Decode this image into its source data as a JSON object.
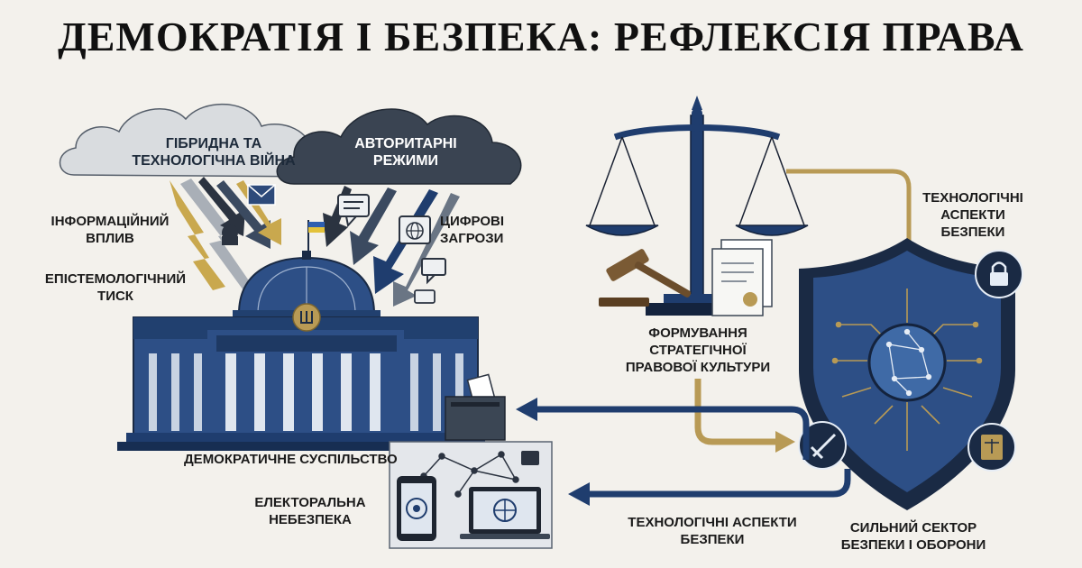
{
  "title": "ДЕМОКРАТІЯ І БЕЗПЕКА: РЕФЛЕКСІЯ ПРАВА",
  "clouds": {
    "hybrid": "ГІБРИДНА ТА ТЕХНОЛОГІЧНА ВІЙНА",
    "authoritarian": "АВТОРИТАРНІ РЕЖИМИ"
  },
  "threats": {
    "info_influence": "ІНФОРМАЦІЙНИЙ ВПЛИВ",
    "epistemic_pressure": "ЕПІСТЕМОЛОГІЧНИЙ ТИСК",
    "digital_threats": "ЦИФРОВІ ЗАГРОЗИ"
  },
  "society": {
    "democratic_society": "ДЕМОКРАТИЧНЕ СУСПІЛЬСТВО",
    "electoral_danger": "ЕЛЕКТОРАЛЬНА НЕБЕЗПЕКА"
  },
  "justice": {
    "legal_culture": "ФОРМУВАННЯ СТРАТЕГІЧНОЇ ПРАВОВОЇ КУЛЬТУРИ"
  },
  "security": {
    "tech_aspects_top": "ТЕХНОЛОГІЧНІ АСПЕКТИ БЕЗПЕКИ",
    "tech_aspects_bottom": "ТЕХНОЛОГІЧНІ АСПЕКТИ БЕЗПЕКИ",
    "strong_sector": "СИЛЬНИЙ СЕКТОР БЕЗПЕКИ І ОБОРОНИ"
  },
  "colors": {
    "navy": "#1f3d6e",
    "dark_navy": "#17243a",
    "gold": "#b89a55",
    "cloud_light": "#d9dcdf",
    "cloud_dark": "#3a4452",
    "background": "#f3f1ec"
  },
  "icons": [
    "envelope-icon",
    "chat-icon",
    "globe-icon",
    "flag-icon",
    "trident-icon",
    "gavel-icon",
    "document-icon",
    "lock-icon",
    "sword-icon",
    "law-book-icon",
    "ballot-box-icon",
    "smartphone-icon",
    "laptop-icon",
    "network-icon"
  ]
}
